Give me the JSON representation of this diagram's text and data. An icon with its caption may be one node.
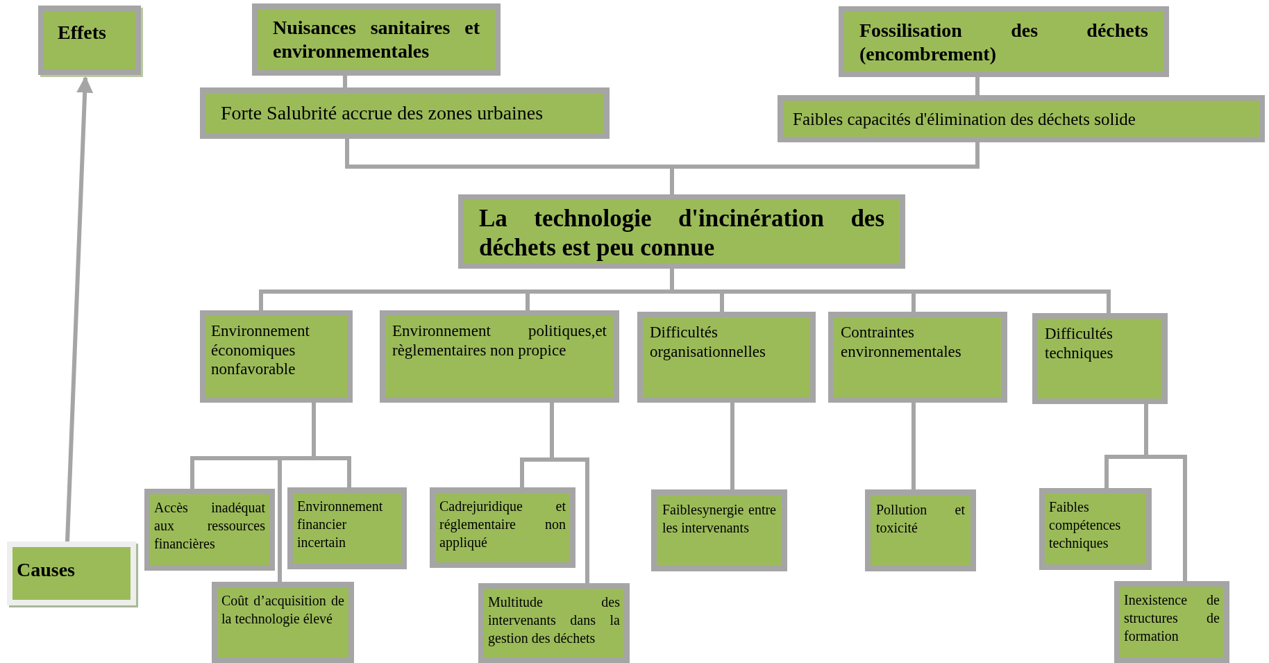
{
  "diagram": {
    "nodes": [
      {
        "text": [
          "Effets"
        ]
      },
      {
        "text": [
          "Nuisances sanitaires et environnementales"
        ]
      },
      {
        "text": [
          "Forte Salubrité accrue des zones urbaines"
        ]
      },
      {
        "text": [
          "Fossilisation des déchets (encombrement)"
        ]
      },
      {
        "text": [
          "Faibles capacités  d'élimination des déchets solide"
        ]
      },
      {
        "text": [
          "La technologie d'incinération des déchets est peu connue"
        ]
      },
      {
        "text": [
          "Environnement économiques nonfavorable"
        ]
      },
      {
        "text": [
          "Environnement politiques,et règlementaires non propice"
        ]
      },
      {
        "text": [
          "Difficultés organisationnelles"
        ]
      },
      {
        "text": [
          "Contraintes environnementales"
        ]
      },
      {
        "text": [
          "Difficultés techniques"
        ]
      },
      {
        "text": [
          "Accès inadéquat aux ressources financières"
        ]
      },
      {
        "text": [
          "Environnement financier incertain"
        ]
      },
      {
        "text": [
          "Coût d’acquisition de la technologie élevé"
        ]
      },
      {
        "text": [
          "Cadrejuridique et réglementaire non appliqué"
        ]
      },
      {
        "text": [
          "Multitude des intervenants dans la gestion des déchets"
        ]
      },
      {
        "text": [
          "Faiblesynergie entre les intervenants"
        ]
      },
      {
        "text": [
          "Pollution et toxicité"
        ]
      },
      {
        "text": [
          "Faibles compétences techniques"
        ]
      },
      {
        "text": [
          "Inexistence de structures de formation"
        ]
      },
      {
        "text": [
          "Causes"
        ]
      }
    ],
    "edges": [
      {
        "from": 20,
        "to": 0,
        "arrow": "to"
      },
      {
        "from": 1,
        "to": 2,
        "arrow": "none"
      },
      {
        "from": 3,
        "to": 4,
        "arrow": "none"
      },
      {
        "from": 2,
        "to": 5,
        "arrow": "none"
      },
      {
        "from": 4,
        "to": 5,
        "arrow": "none"
      },
      {
        "from": 5,
        "to": 6,
        "arrow": "none"
      },
      {
        "from": 5,
        "to": 7,
        "arrow": "none"
      },
      {
        "from": 5,
        "to": 8,
        "arrow": "none"
      },
      {
        "from": 5,
        "to": 9,
        "arrow": "none"
      },
      {
        "from": 5,
        "to": 10,
        "arrow": "none"
      },
      {
        "from": 6,
        "to": 11,
        "arrow": "none"
      },
      {
        "from": 6,
        "to": 12,
        "arrow": "none"
      },
      {
        "from": 6,
        "to": 13,
        "arrow": "none"
      },
      {
        "from": 7,
        "to": 14,
        "arrow": "none"
      },
      {
        "from": 7,
        "to": 15,
        "arrow": "none"
      },
      {
        "from": 8,
        "to": 16,
        "arrow": "none"
      },
      {
        "from": 9,
        "to": 17,
        "arrow": "none"
      },
      {
        "from": 10,
        "to": 18,
        "arrow": "none"
      },
      {
        "from": 10,
        "to": 19,
        "arrow": "none"
      }
    ]
  }
}
